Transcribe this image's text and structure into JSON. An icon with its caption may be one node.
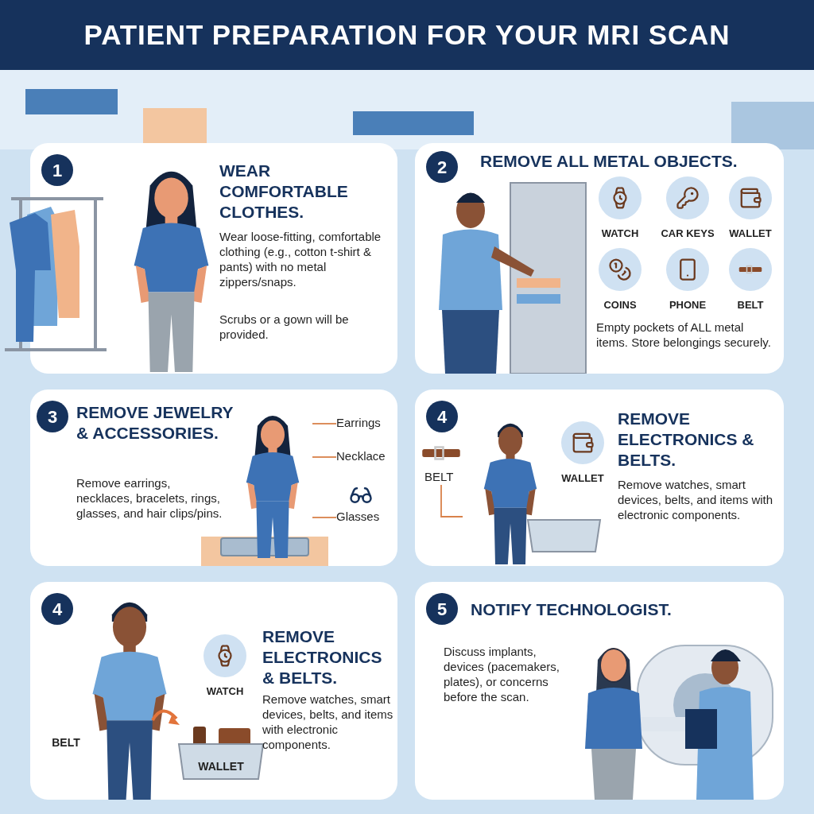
{
  "diagram": {
    "title": "PATIENT PREPARATION FOR YOUR MRI SCAN",
    "nodes": [
      {
        "text": [
          "1",
          "WEAR COMFORTABLE CLOTHES.",
          "Wear loose-fitting, comfortable clothing (e.g., cotton t-shirt & pants) with no metal zippers/snaps.",
          "Scrubs or a gown will be provided."
        ]
      },
      {
        "text": [
          "2",
          "REMOVE ALL METAL OBJECTS.",
          "WATCH",
          "CAR KEYS",
          "WALLET",
          "COINS",
          "PHONE",
          "BELT",
          "Empty pockets of ALL metal items. Store belongings securely."
        ]
      },
      {
        "text": [
          "3",
          "REMOVE JEWELRY & ACCESSORIES.",
          "Remove earrings, necklaces, bracelets, rings, glasses, and hair clips/pins."
        ]
      },
      {
        "text": [],
        "shape": "person",
        "in": 2
      },
      {
        "text": [
          "Earrings"
        ],
        "in": 2
      },
      {
        "text": [
          "Necklace"
        ],
        "in": 2
      },
      {
        "text": [
          "Glasses"
        ],
        "in": 2
      },
      {
        "text": [
          "4",
          "REMOVE ELECTRONICS & BELTS.",
          "Remove watches, smart devices, belts, and items with electronic components.",
          "WALLET"
        ]
      },
      {
        "text": [],
        "shape": "person",
        "in": 7
      },
      {
        "text": [
          "BELT"
        ],
        "in": 7
      },
      {
        "text": [
          "4",
          "WATCH",
          "REMOVE ELECTRONICS & BELTS.",
          "Remove watches, smart devices, belts, and items with electronic components.",
          "BELT",
          "WALLET"
        ]
      },
      {
        "text": [
          "5",
          "NOTIFY TECHNOLOGIST.",
          "Discuss implants, devices (pacemakers, plates), or concerns before the scan."
        ]
      }
    ],
    "edges": [
      {
        "from": 4,
        "to": 3,
        "arrow": "none"
      },
      {
        "from": 5,
        "to": 3,
        "arrow": "none"
      },
      {
        "from": 6,
        "to": 3,
        "arrow": "none"
      },
      {
        "from": 9,
        "to": 8,
        "arrow": "none"
      }
    ]
  }
}
